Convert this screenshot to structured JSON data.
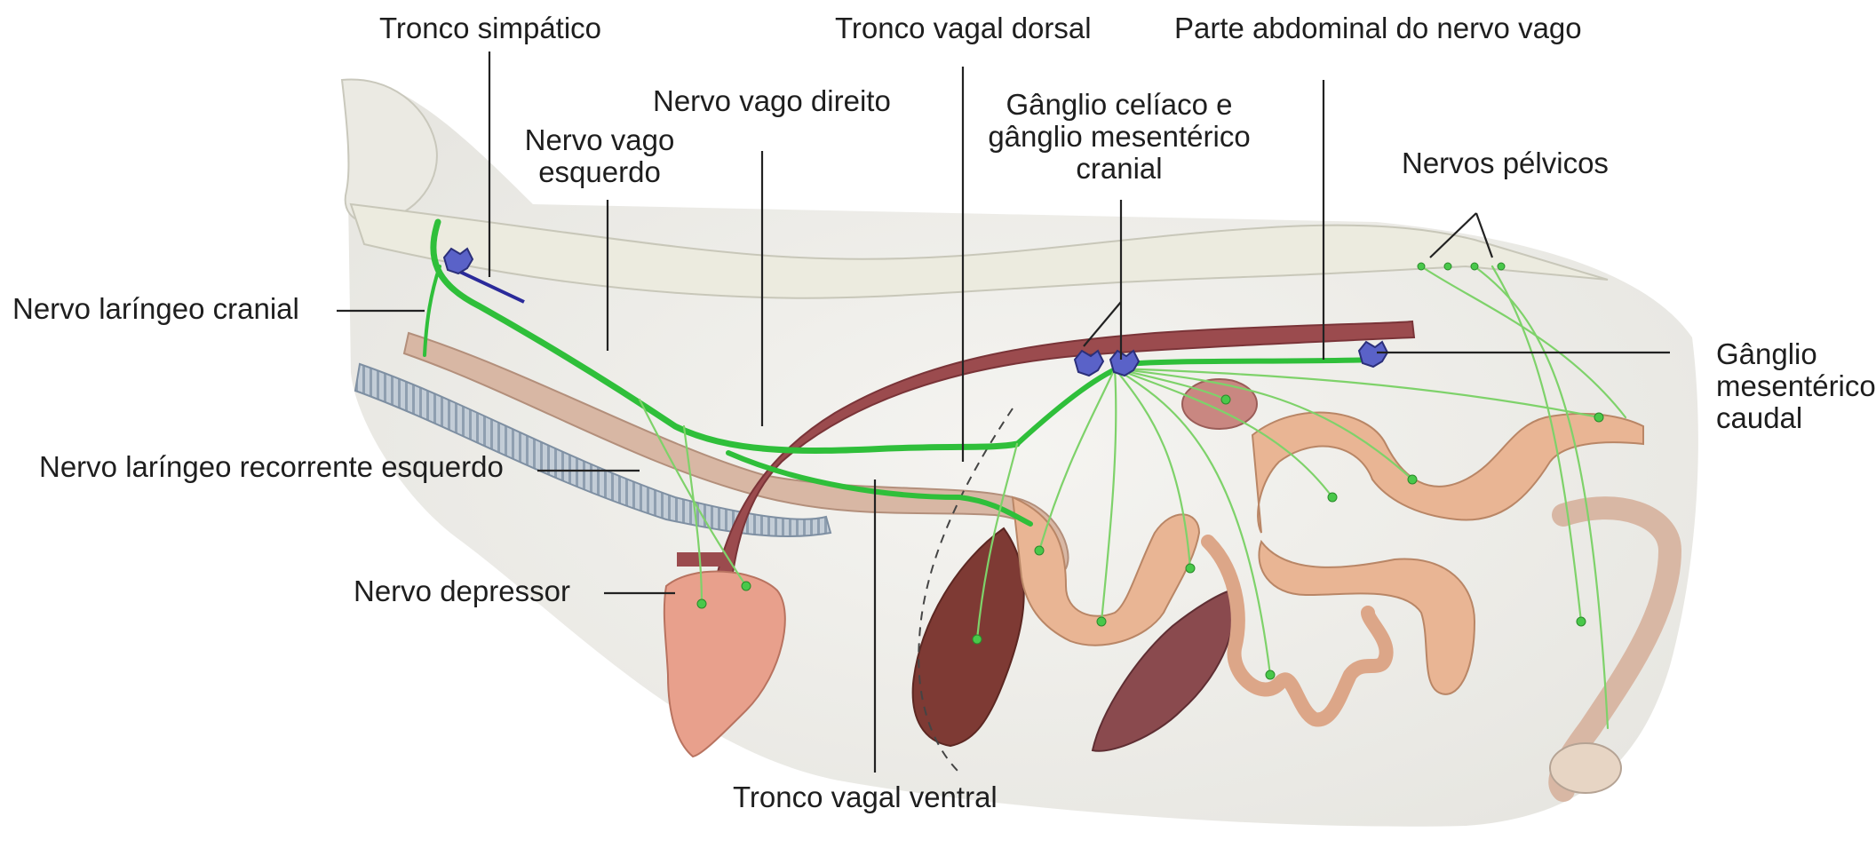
{
  "labels": {
    "tronco_simpatico": "Tronco simpático",
    "tronco_vagal_dorsal": "Tronco vagal dorsal",
    "parte_abdominal": "Parte abdominal do nervo vago",
    "nervo_vago_direito": "Nervo vago direito",
    "nervo_vago_esquerdo_l1": "Nervo vago",
    "nervo_vago_esquerdo_l2": "esquerdo",
    "ganglio_celiaco_l1": "Gânglio celíaco e",
    "ganglio_celiaco_l2": "gânglio mesentérico",
    "ganglio_celiaco_l3": "cranial",
    "nervos_pelvicos": "Nervos pélvicos",
    "nervo_laringeo_cranial": "Nervo laríngeo cranial",
    "ganglio_mes_caudal_l1": "Gânglio",
    "ganglio_mes_caudal_l2": "mesentérico",
    "ganglio_mes_caudal_l3": "caudal",
    "nervo_laringeo_recorrente": "Nervo laríngeo recorrente esquerdo",
    "nervo_depressor": "Nervo depressor",
    "tronco_vagal_ventral": "Tronco vagal ventral"
  },
  "colors": {
    "nerve_main": "#2fbf3a",
    "nerve_branch": "#7ed26a",
    "spine": "#ecebdf",
    "esophagus": "#d8b7a4",
    "trachea": "#b9c6d2",
    "aorta": "#9b4b4e",
    "heart": "#e8a08c",
    "liver": "#7e3a34",
    "spleen": "#8a4a4e",
    "intestine": "#e9b594",
    "ganglion": "#5a62c8"
  },
  "icons": [
    "ganglion-icon"
  ]
}
